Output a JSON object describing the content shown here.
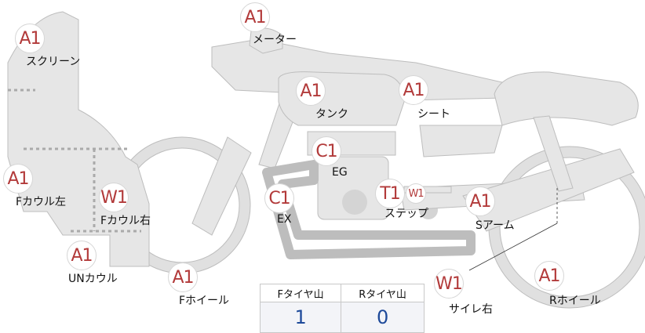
{
  "parts": [
    {
      "id": "screen",
      "grade": "A1",
      "label": "スクリーン"
    },
    {
      "id": "meter",
      "grade": "A1",
      "label": "メーター"
    },
    {
      "id": "tank",
      "grade": "A1",
      "label": "タンク"
    },
    {
      "id": "seat",
      "grade": "A1",
      "label": "シート"
    },
    {
      "id": "f-cowl-left",
      "grade": "A1",
      "label": "Fカウル左"
    },
    {
      "id": "f-cowl-right",
      "grade": "W1",
      "label": "Fカウル右"
    },
    {
      "id": "engine",
      "grade": "C1",
      "label": "EG"
    },
    {
      "id": "exhaust",
      "grade": "C1",
      "label": "EX"
    },
    {
      "id": "step",
      "grade": "T1",
      "grade2": "W1",
      "label": "ステップ"
    },
    {
      "id": "swing-arm",
      "grade": "A1",
      "label": "Sアーム"
    },
    {
      "id": "under-cowl",
      "grade": "A1",
      "label": "UNカウル"
    },
    {
      "id": "f-wheel",
      "grade": "A1",
      "label": "Fホイール"
    },
    {
      "id": "silencer-right",
      "grade": "W1",
      "label": "サイレ右"
    },
    {
      "id": "r-wheel",
      "grade": "A1",
      "label": "Rホイール"
    }
  ],
  "tire_table": {
    "headers": [
      "Fタイヤ山",
      "Rタイヤ山"
    ],
    "values": [
      "1",
      "0"
    ]
  }
}
